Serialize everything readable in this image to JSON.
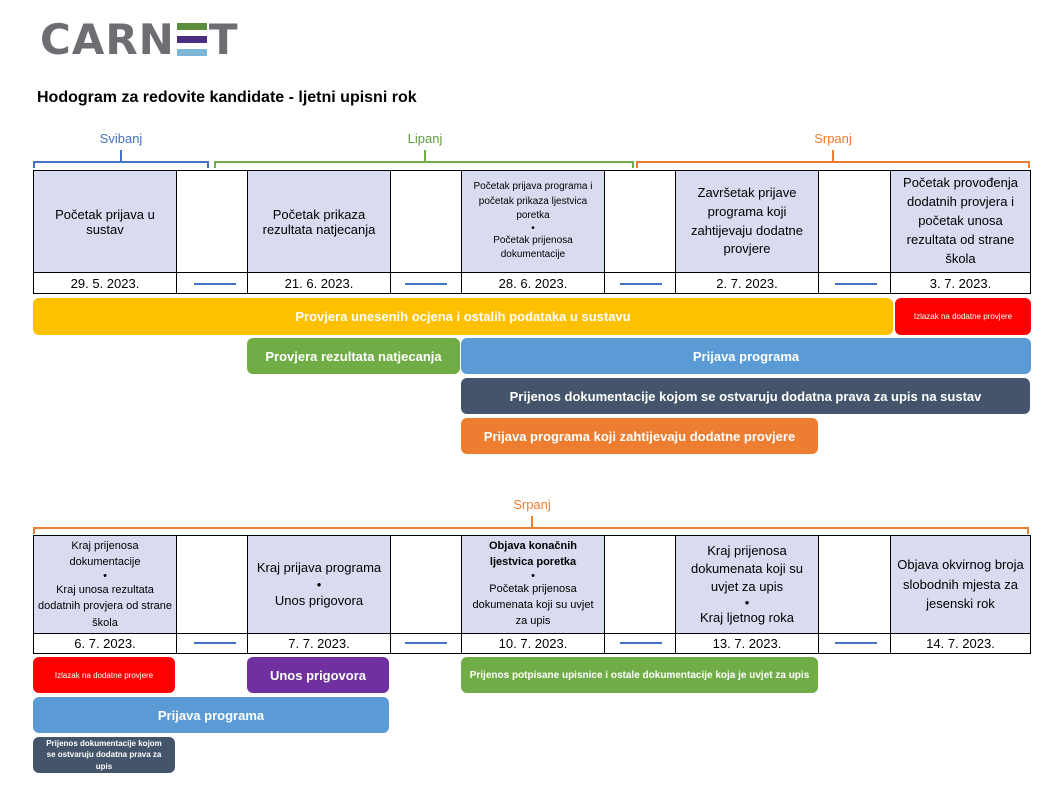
{
  "logo": {
    "text_left": "CARN",
    "text_right": "T",
    "bar_colors": [
      "#5a8e3c",
      "#4b2e83",
      "#7eb6d6"
    ]
  },
  "title": "Hodogram za redovite kandidate - ljetni upisni rok",
  "colors": {
    "blue_cell": "#d9dcf0",
    "yellow": "#ffc000",
    "red": "#ff0000",
    "green": "#70ad47",
    "light_blue": "#5b9bd5",
    "slate": "#44546a",
    "orange": "#ed7d31",
    "purple": "#7030a0"
  },
  "top": {
    "months": {
      "may": "Svibanj",
      "june": "Lipanj",
      "july": "Srpanj"
    },
    "cells": [
      {
        "text": "Početak prijava u sustav",
        "date": "29. 5. 2023."
      },
      {
        "text": "Početak prikaza rezultata natjecanja",
        "date": "21. 6. 2023."
      },
      {
        "line1": "Početak prijava programa i početak prikaza ljestvica poretka",
        "bullet": "•",
        "line2": "Početak prijenosa dokumentacije",
        "date": "28. 6. 2023."
      },
      {
        "text": "Završetak prijave programa koji zahtijevaju dodatne provjere",
        "date": "2. 7. 2023."
      },
      {
        "text": "Početak provođenja dodatnih provjera i početak unosa rezultata od strane škola",
        "date": "3. 7. 2023."
      }
    ],
    "bars": {
      "provjera": "Provjera unesenih ocjena i ostalih podataka u sustavu",
      "izlazak": "Izlazak na dodatne provjere",
      "natjecanja": "Provjera rezultata natjecanja",
      "prijava": "Prijava programa",
      "prijenos": "Prijenos dokumentacije kojom se ostvaruju dodatna prava za upis na sustav",
      "dodatne": "Prijava programa koji zahtijevaju dodatne provjere"
    }
  },
  "bottom": {
    "month": "Srpanj",
    "cells": [
      {
        "line1": "Kraj prijenosa dokumentacije",
        "bullet": "•",
        "line2": "Kraj unosa rezultata dodatnih provjera od strane škola",
        "date": "6. 7. 2023."
      },
      {
        "line1": "Kraj prijava programa",
        "bullet": "•",
        "line2": "Unos prigovora",
        "date": "7. 7. 2023."
      },
      {
        "line1": "Objava konačnih ljestvica poretka",
        "bullet": "•",
        "line2": "Početak prijenosa dokumenata koji su uvjet za upis",
        "date": "10. 7. 2023."
      },
      {
        "line1": "Kraj prijenosa dokumenata koji su uvjet za upis",
        "bullet": "•",
        "line2": "Kraj ljetnog roka",
        "date": "13. 7. 2023."
      },
      {
        "text": "Objava okvirnog broja slobodnih mjesta za jesenski rok",
        "date": "14. 7. 2023."
      }
    ],
    "bars": {
      "izlazak": "Izlazak na dodatne provjere",
      "prigovori": "Unos prigovora",
      "potpisane": "Prijenos potpisane upisnice i ostale dokumentacije koja je uvjet za upis",
      "prijava": "Prijava programa",
      "prijenos": "Prijenos dokumentacije kojom se ostvaruju dodatna prava za upis"
    }
  }
}
